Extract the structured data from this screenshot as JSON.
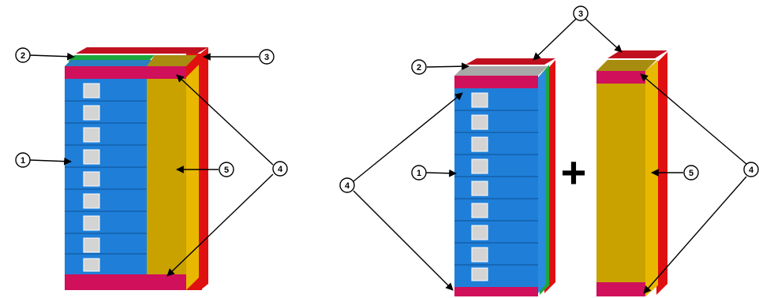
{
  "colors": {
    "drive_blue": "#1f7fd8",
    "drive_blue_dark": "#1460b0",
    "drive_blue_line": "#0d4f95",
    "slot_gray": "#d4d4d4",
    "gold": "#c9a200",
    "gold_side": "#e8b800",
    "red": "#e01010",
    "green": "#1aa83a",
    "magenta": "#d0105a",
    "gray_top": "#a8a8a8",
    "olive_top": "#a88c10"
  },
  "callouts": {
    "n1": "1",
    "n2": "2",
    "n3": "3",
    "n4": "4",
    "n5": "5"
  },
  "plus": "+"
}
